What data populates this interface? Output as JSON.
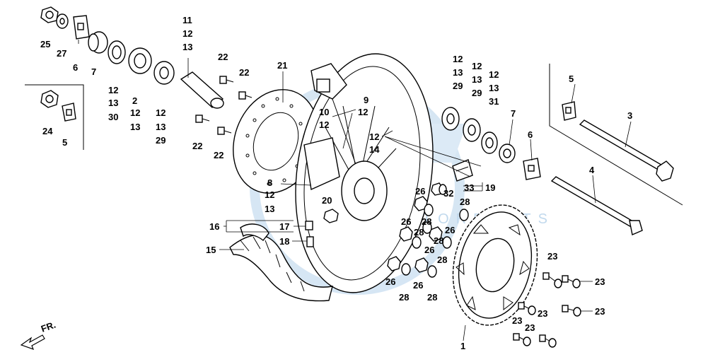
{
  "diagram": {
    "callouts": {
      "c25": "25",
      "c27": "27",
      "c6a": "6",
      "c7a": "7",
      "c12a": "12",
      "c13a": "13",
      "c30": "30",
      "c2": "2",
      "c12b": "12",
      "c13b": "13",
      "c12c": "12",
      "c13c": "13",
      "c29a": "29",
      "c11": "11",
      "c12d": "12",
      "c13d": "13",
      "c24": "24",
      "c5a": "5",
      "c22a": "22",
      "c22b": "22",
      "c22c": "22",
      "c22d": "22",
      "c21": "21",
      "c9": "9",
      "c10": "10",
      "c12e": "12",
      "c12f": "12",
      "c12g": "12",
      "c14": "14",
      "c8": "8",
      "c12h": "12",
      "c13e": "13",
      "c20": "20",
      "c16": "16",
      "c17": "17",
      "c15": "15",
      "c18": "18",
      "c12i": "12",
      "c13f": "13",
      "c29b": "29",
      "c12j": "12",
      "c13g": "13",
      "c29c": "29",
      "c12k": "12",
      "c13h": "13",
      "c31": "31",
      "c7b": "7",
      "c6b": "6",
      "c5b": "5",
      "c3": "3",
      "c4": "4",
      "c33": "33",
      "c19": "19",
      "c32": "32",
      "c26a": "26",
      "c28a": "28",
      "c28b": "28",
      "c26b": "26",
      "c28c": "28",
      "c26c": "26",
      "c26d": "26",
      "c28d": "28",
      "c28e": "28",
      "c26e": "26",
      "c28f": "28",
      "c26f": "26",
      "c28g": "28",
      "c23a": "23",
      "c23b": "23",
      "c23c": "23",
      "c23d": "23",
      "c23e": "23",
      "c23f": "23",
      "c1": "1"
    },
    "front_marker": "FR.",
    "watermark_text": "MOTORPARTS",
    "watermark_color": "#b7d3ea"
  }
}
